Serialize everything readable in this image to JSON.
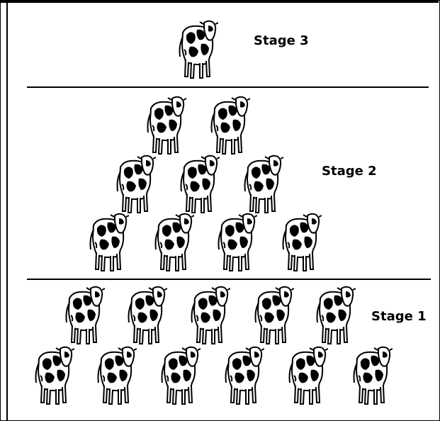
{
  "stages": [
    {
      "label": "Stage 3",
      "cows": 1
    },
    {
      "label": "Stage 2",
      "cows": 9
    },
    {
      "label": "Stage 1",
      "cows": 11
    }
  ]
}
